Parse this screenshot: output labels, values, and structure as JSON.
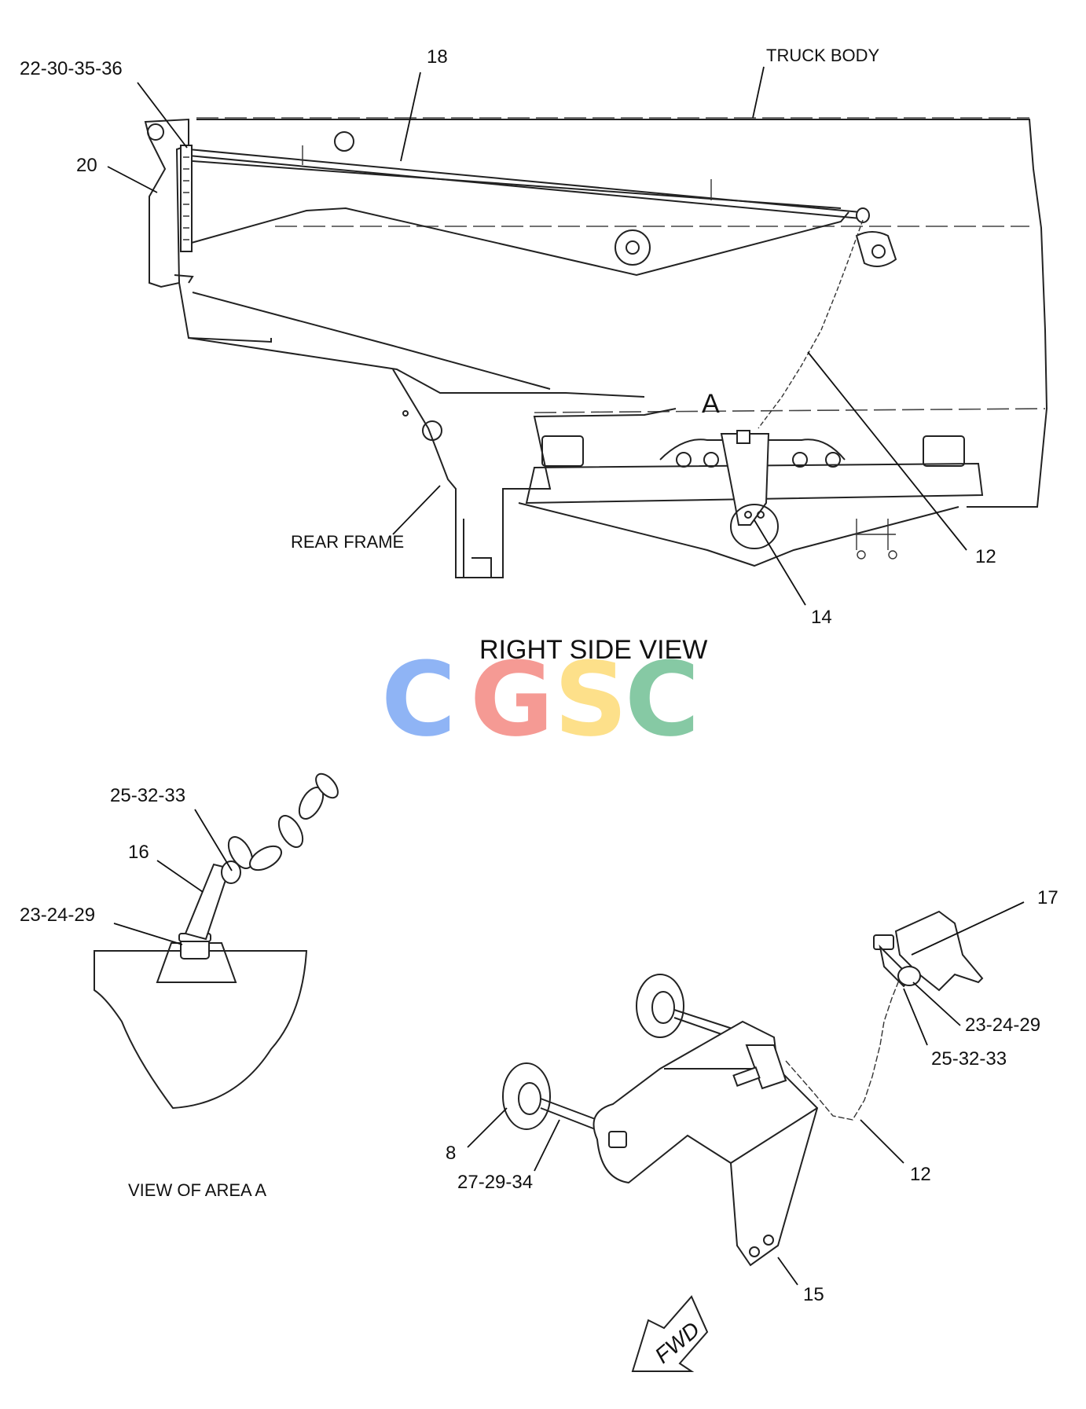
{
  "views": {
    "main_title": "RIGHT SIDE VIEW",
    "detail_caption": "VIEW OF AREA A"
  },
  "labels": {
    "truck_body": "TRUCK BODY",
    "rear_frame": "REAR FRAME",
    "area_marker": "A",
    "fwd": "FWD"
  },
  "callouts": {
    "c_22_30_35_36": "22-30-35-36",
    "c_18": "18",
    "c_20": "20",
    "c_12_main": "12",
    "c_14": "14",
    "c_25_32_33_detail": "25-32-33",
    "c_16": "16",
    "c_23_24_29_detail": "23-24-29",
    "c_17": "17",
    "c_23_24_29_iso": "23-24-29",
    "c_25_32_33_iso": "25-32-33",
    "c_8": "8",
    "c_27_29_34": "27-29-34",
    "c_12_iso": "12",
    "c_15": "15"
  },
  "watermark": {
    "letters": [
      "C",
      "G",
      "S",
      "C"
    ],
    "colors": [
      "#8fb4f5",
      "#f59a94",
      "#fde08a",
      "#86c9a4"
    ]
  }
}
